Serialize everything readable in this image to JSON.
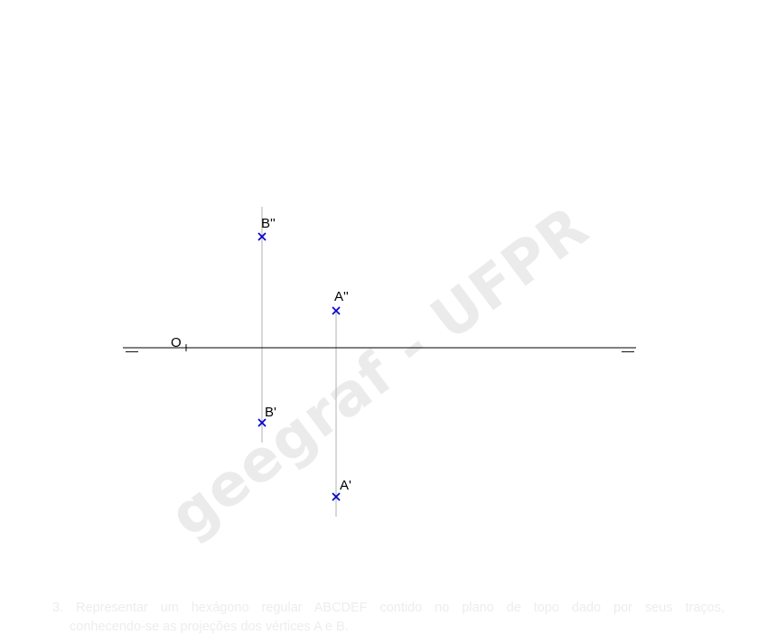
{
  "watermark": "geegraf - UFPR",
  "origin_label": "O",
  "ground_line_mark": "—",
  "points": [
    {
      "id": "B2",
      "label": "B''"
    },
    {
      "id": "A2",
      "label": "A''"
    },
    {
      "id": "B1",
      "label": "B'"
    },
    {
      "id": "A1",
      "label": "A'"
    }
  ],
  "statement": {
    "line1": "3. Representar um hexágono regular ABCDEF contido no plano de topo dado por seus traços,",
    "line2": "conhecendo-se as projeções dos vértices A e B."
  },
  "colors": {
    "point": "#0000cc",
    "line": "#000000",
    "recall": "#b0b0b0",
    "watermark": "#ebebeb",
    "statement": "#ededed"
  }
}
